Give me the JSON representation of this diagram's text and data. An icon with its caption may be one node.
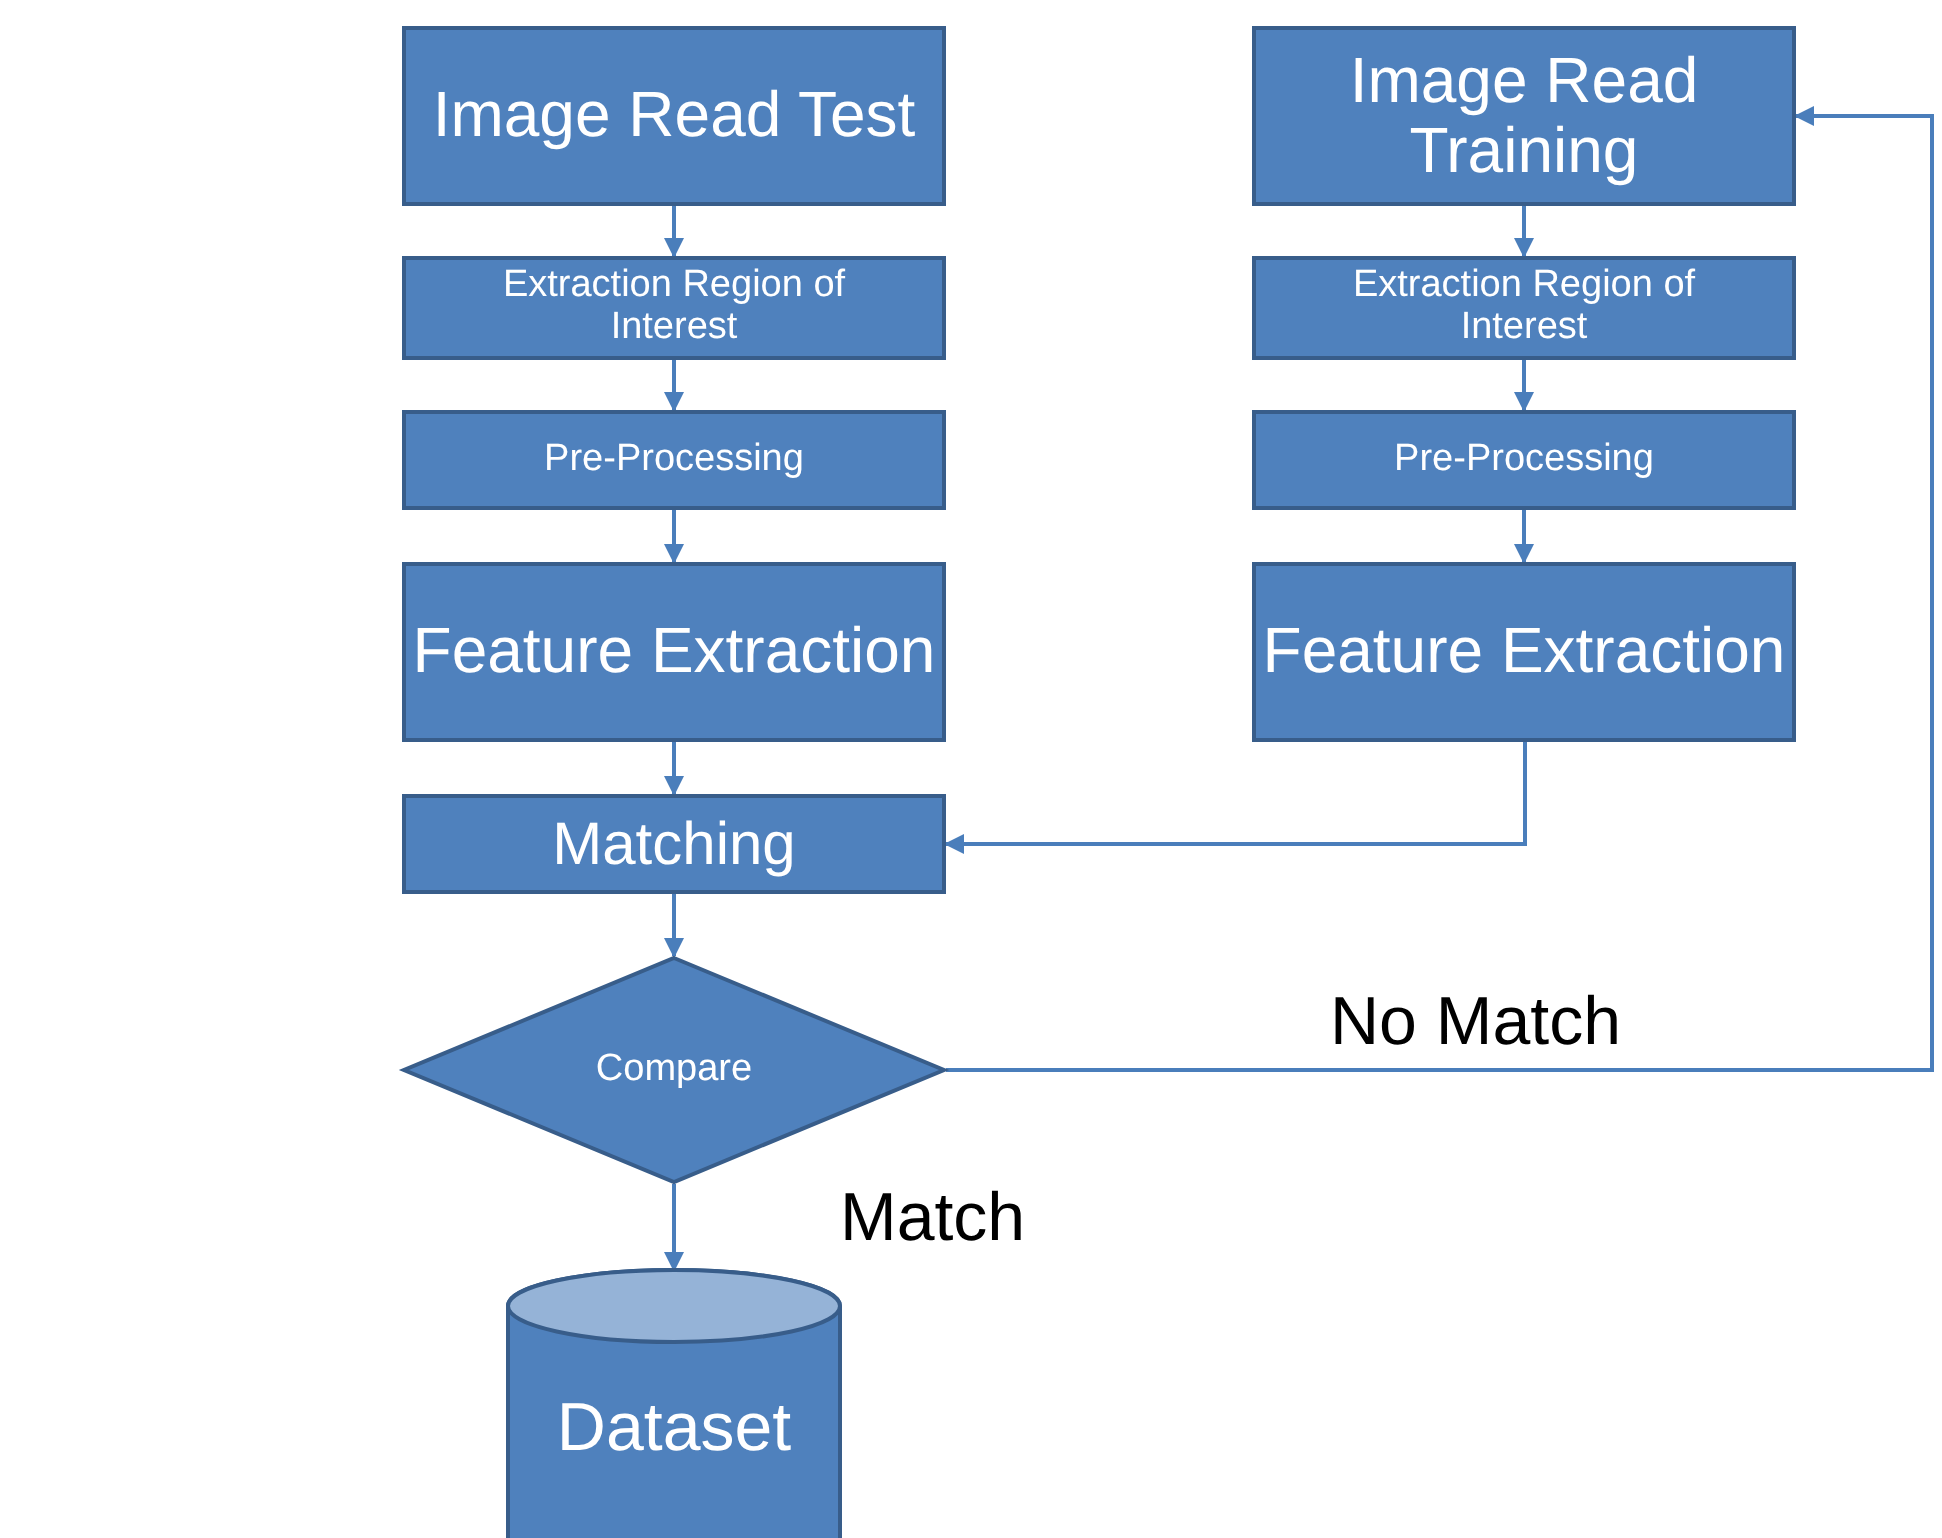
{
  "diagram": {
    "nodes": [
      {
        "text": [
          "Image Read Test"
        ]
      },
      {
        "text": [
          "Extraction Region of Interest"
        ]
      },
      {
        "text": [
          "Pre-Processing"
        ]
      },
      {
        "text": [
          "Feature Extraction"
        ]
      },
      {
        "text": [
          "Matching"
        ]
      },
      {
        "text": [
          "Compare"
        ]
      },
      {
        "text": [
          "Dataset"
        ]
      },
      {
        "text": [
          "Image Read Training"
        ]
      },
      {
        "text": [
          "Extraction Region of Interest"
        ]
      },
      {
        "text": [
          "Pre-Processing"
        ]
      },
      {
        "text": [
          "Feature Extraction"
        ]
      }
    ],
    "edges": [
      {
        "from": 0,
        "to": 1,
        "arrow": "to"
      },
      {
        "from": 1,
        "to": 2,
        "arrow": "to"
      },
      {
        "from": 2,
        "to": 3,
        "arrow": "to"
      },
      {
        "from": 3,
        "to": 4,
        "arrow": "to"
      },
      {
        "from": 4,
        "to": 5,
        "arrow": "to"
      },
      {
        "from": 5,
        "to": 6,
        "arrow": "to",
        "label": "Match"
      },
      {
        "from": 7,
        "to": 8,
        "arrow": "to"
      },
      {
        "from": 8,
        "to": 9,
        "arrow": "to"
      },
      {
        "from": 9,
        "to": 10,
        "arrow": "to"
      },
      {
        "from": 10,
        "to": 4,
        "arrow": "to"
      },
      {
        "from": 5,
        "to": 7,
        "arrow": "to",
        "label": "No Match"
      }
    ]
  }
}
